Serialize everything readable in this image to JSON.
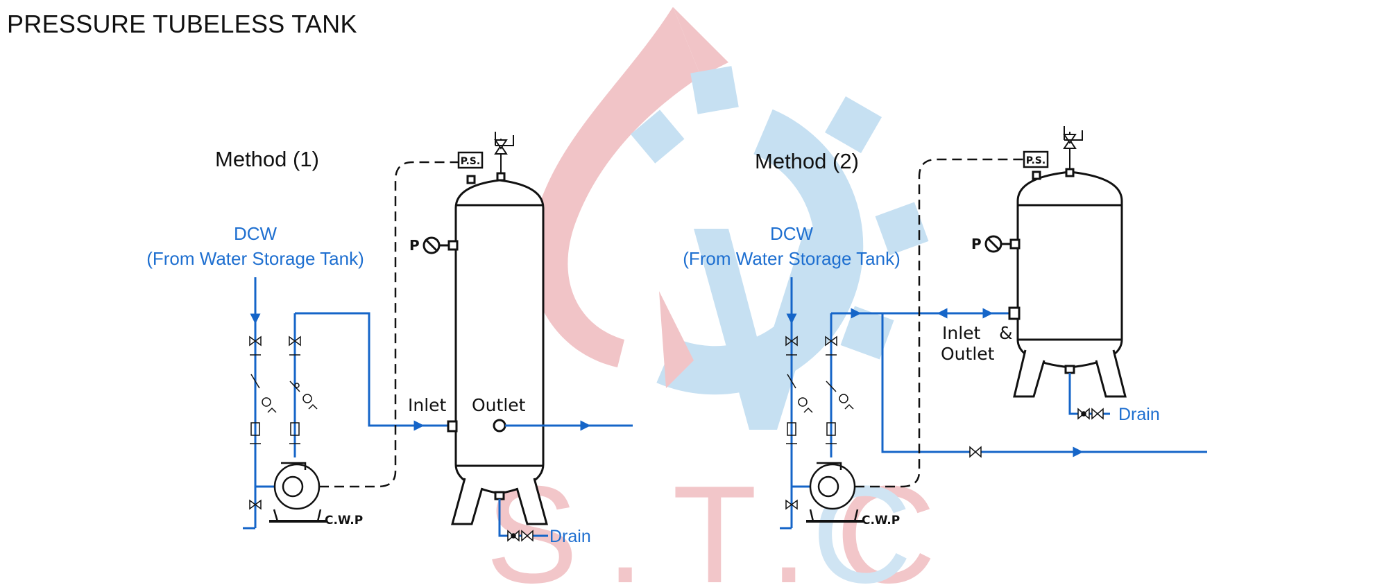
{
  "title": "PRESSURE TUBELESS TANK",
  "method1": {
    "label": "Method (1)",
    "source_line1": "DCW",
    "source_line2": "(From Water Storage Tank)",
    "inlet": "Inlet",
    "outlet": "Outlet",
    "drain": "Drain",
    "pump": "C.W.P",
    "pressure_switch": "P.S.",
    "gauge": "P"
  },
  "method2": {
    "label": "Method (2)",
    "source_line1": "DCW",
    "source_line2": "(From Water Storage Tank)",
    "inlet_outlet_line1": "Inlet",
    "inlet_outlet_amp": "&",
    "inlet_outlet_line2": "Outlet",
    "drain": "Drain",
    "pump": "C.W.P",
    "pressure_switch": "P.S.",
    "gauge": "P"
  },
  "watermark": "S.T.C",
  "colors": {
    "pipe": "#1565c8",
    "label_blue": "#1e6fd0",
    "line": "#111111",
    "watermark_red": "#e8a7ab",
    "watermark_blue": "#a9cfe8"
  }
}
